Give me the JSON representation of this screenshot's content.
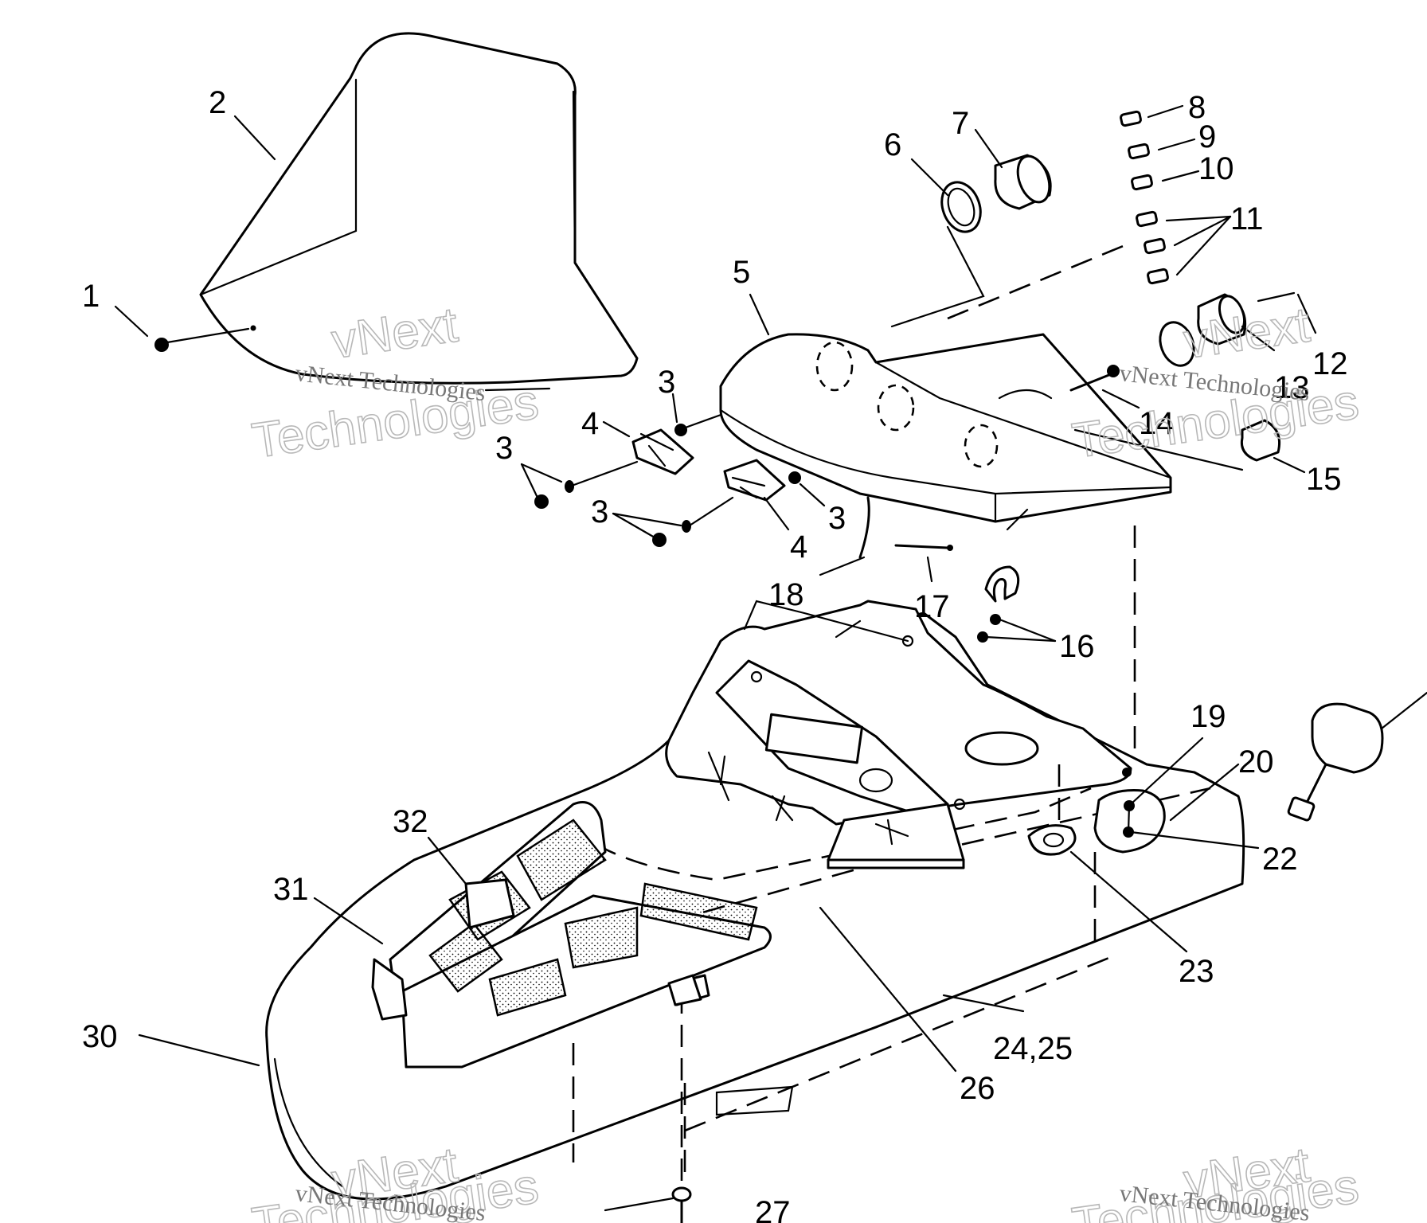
{
  "labels": {
    "l1": "1",
    "l2": "2",
    "l3a": "3",
    "l3b": "3",
    "l3c": "3",
    "l3d": "3",
    "l4a": "4",
    "l4b": "4",
    "l5": "5",
    "l6": "6",
    "l7": "7",
    "l8": "8",
    "l9": "9",
    "l10": "10",
    "l11": "11",
    "l12": "12",
    "l13": "13",
    "l14": "14",
    "l15": "15",
    "l16": "16",
    "l17": "17",
    "l18": "18",
    "l19": "19",
    "l20": "20",
    "l22": "22",
    "l23": "23",
    "l24_25": "24,25",
    "l26": "26",
    "l27": "27",
    "l30": "30",
    "l31": "31",
    "l32": "32"
  },
  "watermark": {
    "brand": "vNext",
    "word": "Technologies",
    "line": "vNext Technologies"
  }
}
